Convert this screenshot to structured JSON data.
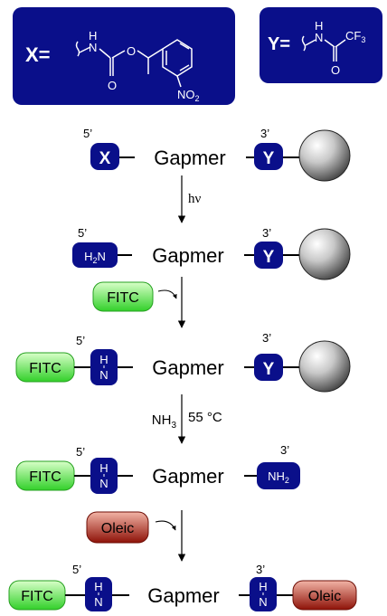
{
  "colors": {
    "navy": "#0a0f8a",
    "green_light": "#d8ffc8",
    "green_dark": "#32d02a",
    "red_light": "#f2b4a6",
    "red_dark": "#8e1208",
    "line": "#000000"
  },
  "definitions": {
    "x_label": "X=",
    "y_label": "Y=",
    "x_atoms": {
      "nh": "H",
      "n": "N",
      "o_ester": "O",
      "o_carbonyl": "O",
      "nitro": "NO",
      "nitro_sub": "2"
    },
    "y_atoms": {
      "nh": "H",
      "n": "N",
      "cf": "CF",
      "cf_sub": "3",
      "o_carbonyl": "O"
    }
  },
  "labels": {
    "five_prime": "5’",
    "three_prime": "3’",
    "gapmer": "Gapmer",
    "x": "X",
    "y": "Y",
    "h2n": "H",
    "h2n_sub": "2",
    "h2n_tail": "N",
    "nh_h": "H",
    "nh_n": "N",
    "nh2": "NH",
    "nh2_sub": "2",
    "fitc": "FITC",
    "oleic": "Oleic"
  },
  "conditions": {
    "hv": "hν",
    "nh3": "NH",
    "nh3_sub": "3",
    "temp": "55 °C"
  }
}
